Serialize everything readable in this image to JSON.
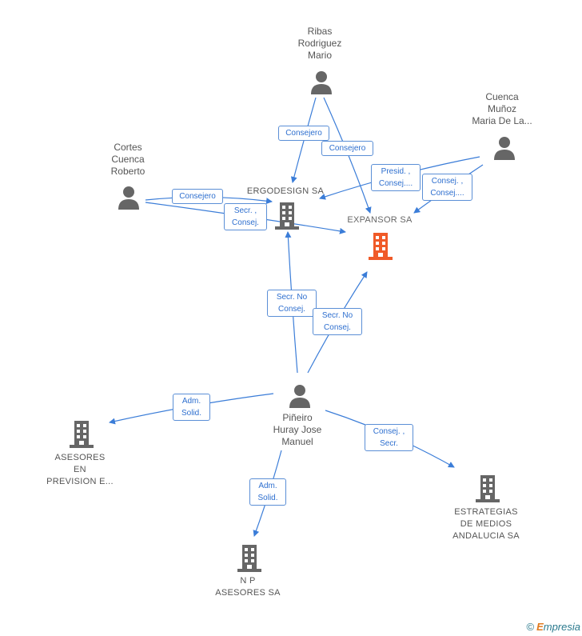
{
  "nodes": {
    "ribas": {
      "type": "person",
      "lines": [
        "Ribas",
        "Rodriguez",
        "Mario"
      ]
    },
    "cuenca": {
      "type": "person",
      "lines": [
        "Cuenca",
        "Muñoz",
        "Maria De La..."
      ]
    },
    "cortes": {
      "type": "person",
      "lines": [
        "Cortes",
        "Cuenca",
        "Roberto"
      ]
    },
    "pineiro": {
      "type": "person",
      "lines": [
        "Piñeiro",
        "Huray Jose",
        "Manuel"
      ]
    },
    "ergodesign": {
      "type": "company",
      "lines": [
        "ERGODESIGN SA"
      ]
    },
    "expansor": {
      "type": "company-focus",
      "lines": [
        "EXPANSOR SA"
      ]
    },
    "asesores_prevision": {
      "type": "company",
      "lines": [
        "ASESORES",
        "EN",
        "PREVISION E..."
      ]
    },
    "np_asesores": {
      "type": "company",
      "lines": [
        "N P",
        "ASESORES SA"
      ]
    },
    "estrategias": {
      "type": "company",
      "lines": [
        "ESTRATEGIAS",
        "DE MEDIOS",
        "ANDALUCIA SA"
      ]
    }
  },
  "edges": [
    {
      "id": "ribas-ergodesign",
      "lines": [
        "Consejero"
      ]
    },
    {
      "id": "ribas-expansor",
      "lines": [
        "Consejero"
      ]
    },
    {
      "id": "cuenca-ergodesign",
      "lines": [
        "Presid. ,",
        "Consej...."
      ]
    },
    {
      "id": "cuenca-expansor",
      "lines": [
        "Consej. ,",
        "Consej...."
      ]
    },
    {
      "id": "cortes-ergodesign",
      "lines": [
        "Consejero"
      ]
    },
    {
      "id": "cortes-expansor",
      "lines": [
        "Secr. ,",
        "Consej."
      ]
    },
    {
      "id": "pineiro-ergodesign",
      "lines": [
        "Secr. No",
        "Consej."
      ]
    },
    {
      "id": "pineiro-expansor",
      "lines": [
        "Secr. No",
        "Consej."
      ]
    },
    {
      "id": "pineiro-asesores",
      "lines": [
        "Adm.",
        "Solid."
      ]
    },
    {
      "id": "pineiro-np",
      "lines": [
        "Adm.",
        "Solid."
      ]
    },
    {
      "id": "pineiro-estrategias",
      "lines": [
        "Consej. ,",
        "Secr."
      ]
    }
  ],
  "brand": {
    "symbol": "©",
    "first": "E",
    "rest": "mpresia"
  },
  "colors": {
    "edge": "#3b7dd8",
    "person": "#666666",
    "company": "#666666",
    "focus": "#f05a28",
    "label_border": "#5b8fd6",
    "label_text": "#2e6fcf"
  },
  "icons": {
    "person": "person-icon",
    "company": "building-icon"
  }
}
